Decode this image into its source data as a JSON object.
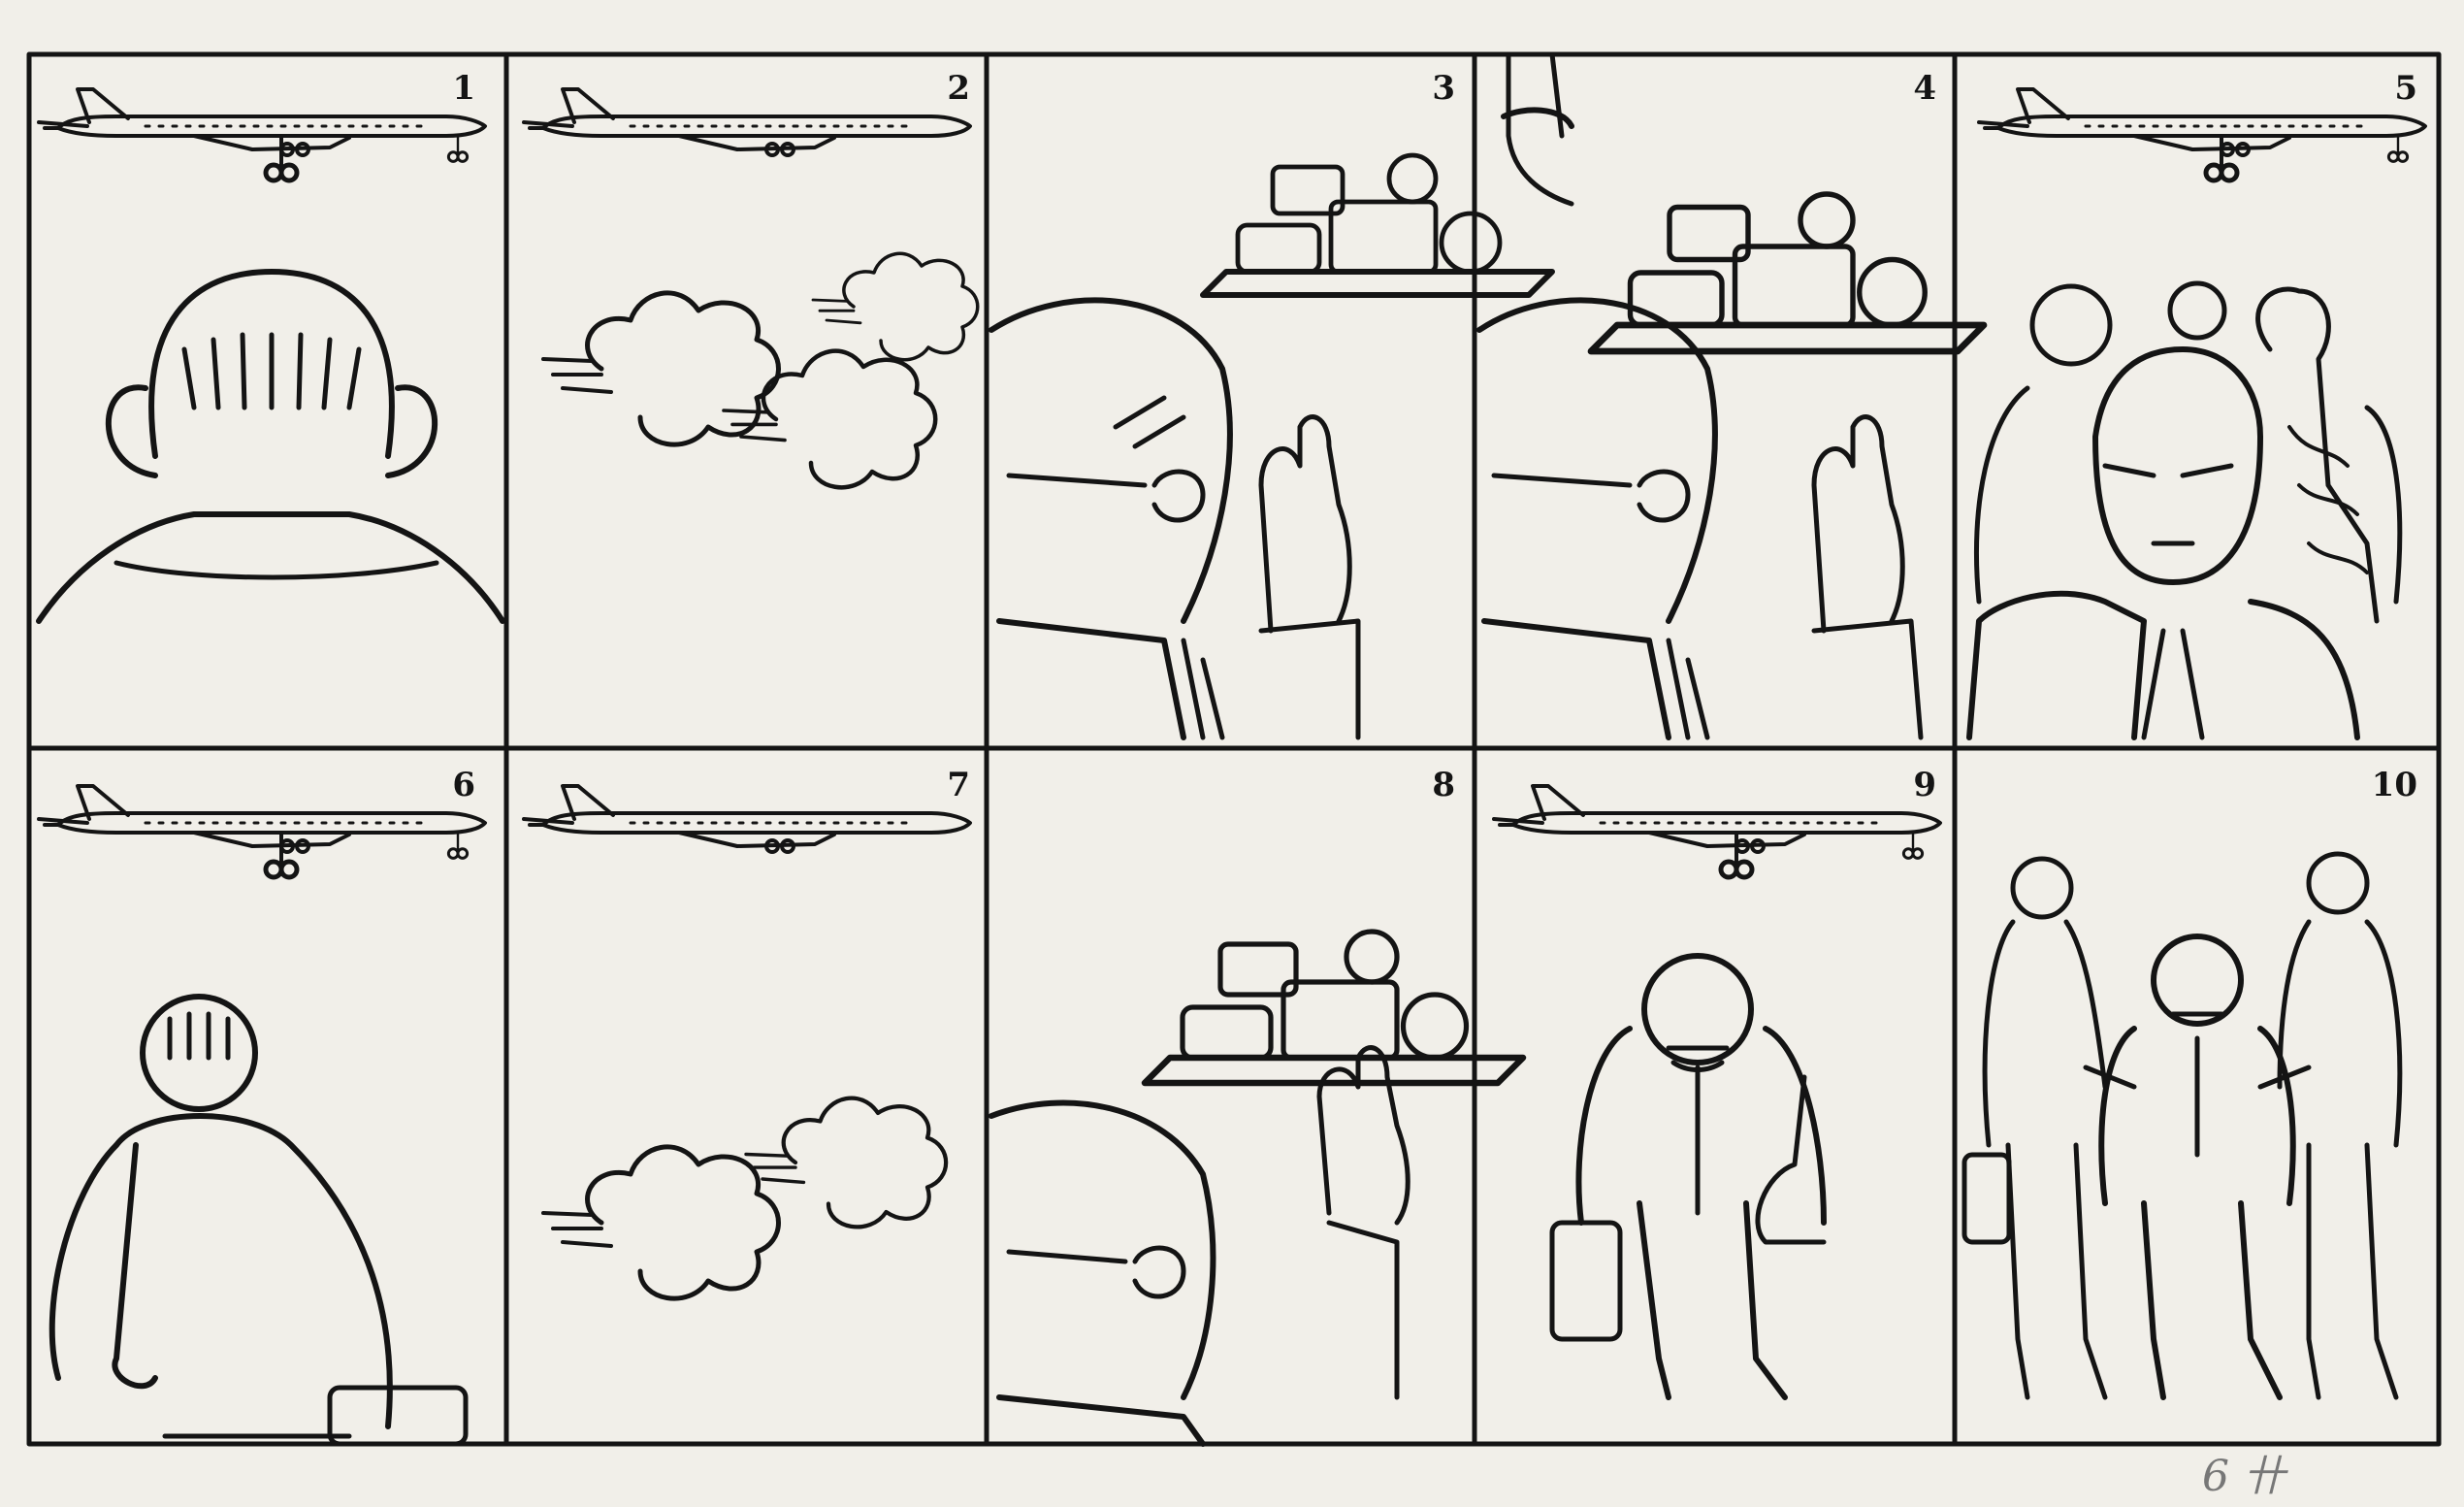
{
  "panels": [
    {
      "number": "1",
      "scene": "plane-and-passenger-back"
    },
    {
      "number": "2",
      "scene": "plane-and-clouds"
    },
    {
      "number": "3",
      "scene": "passenger-declines-food"
    },
    {
      "number": "4",
      "scene": "passenger-declines-food"
    },
    {
      "number": "5",
      "scene": "plane-and-crowd"
    },
    {
      "number": "6",
      "scene": "plane-and-passenger-back"
    },
    {
      "number": "7",
      "scene": "plane-and-clouds"
    },
    {
      "number": "8",
      "scene": "passenger-declines-food"
    },
    {
      "number": "9",
      "scene": "plane-and-tired-passenger"
    },
    {
      "number": "10",
      "scene": "passenger-helped-by-two"
    }
  ],
  "corner_note": "6 卄"
}
